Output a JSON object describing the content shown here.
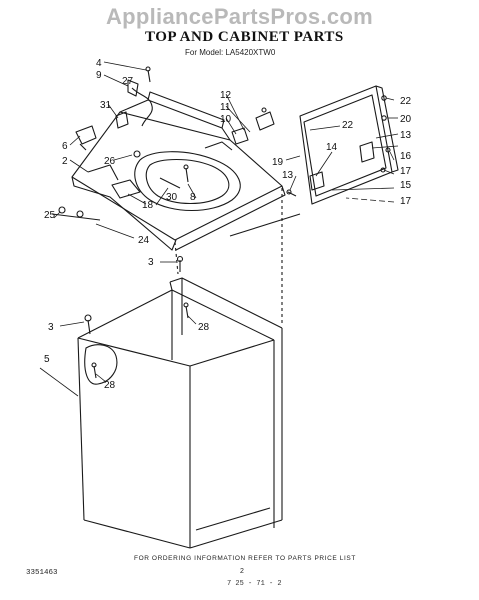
{
  "watermark": "AppliancePartsPros.com",
  "title": "TOP AND CABINET PARTS",
  "model_line": "For Model: LA5420XTW0",
  "callouts": {
    "c2": "2",
    "c3a": "3",
    "c3b": "3",
    "c4": "4",
    "c5": "5",
    "c6": "6",
    "c8": "8",
    "c9": "9",
    "c10": "10",
    "c11": "11",
    "c12": "12",
    "c13a": "13",
    "c13b": "13",
    "c14": "14",
    "c15": "15",
    "c16": "16",
    "c17a": "17",
    "c17b": "17",
    "c18": "18",
    "c19": "19",
    "c20": "20",
    "c22a": "22",
    "c22b": "22",
    "c24": "24",
    "c25": "25",
    "c26": "26",
    "c27": "27",
    "c28a": "28",
    "c28b": "28",
    "c30": "30",
    "c31": "31"
  },
  "footer_note": "FOR ORDERING INFORMATION REFER TO PARTS PRICE LIST",
  "page_number": "2",
  "doc_number": "3351463",
  "date_code": "7 25 - 71 - 2",
  "colors": {
    "line": "#1a1a1a",
    "watermark": "#b9b9b9"
  }
}
